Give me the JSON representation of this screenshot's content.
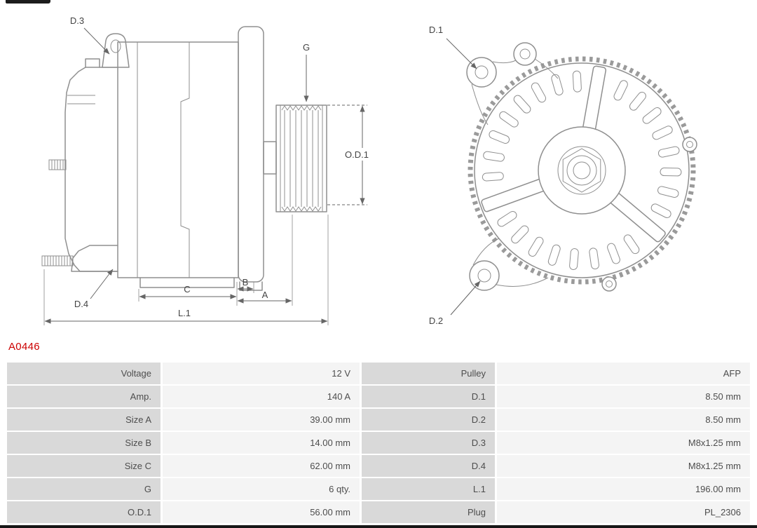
{
  "part_number": "A0446",
  "diagram": {
    "labels": {
      "d1": "D.1",
      "d2": "D.2",
      "d3": "D.3",
      "d4": "D.4",
      "g": "G",
      "od1": "O.D.1",
      "a": "A",
      "b": "B",
      "c": "C",
      "l1": "L.1"
    }
  },
  "specs": {
    "rows": [
      {
        "l1": "Voltage",
        "v1": "12 V",
        "l2": "Pulley",
        "v2": "AFP"
      },
      {
        "l1": "Amp.",
        "v1": "140 A",
        "l2": "D.1",
        "v2": "8.50 mm"
      },
      {
        "l1": "Size A",
        "v1": "39.00 mm",
        "l2": "D.2",
        "v2": "8.50 mm"
      },
      {
        "l1": "Size B",
        "v1": "14.00 mm",
        "l2": "D.3",
        "v2": "M8x1.25 mm"
      },
      {
        "l1": "Size C",
        "v1": "62.00 mm",
        "l2": "D.4",
        "v2": "M8x1.25 mm"
      },
      {
        "l1": "G",
        "v1": "6 qty.",
        "l2": "L.1",
        "v2": "196.00 mm"
      },
      {
        "l1": "O.D.1",
        "v1": "56.00 mm",
        "l2": "Plug",
        "v2": "PL_2306"
      }
    ]
  },
  "colors": {
    "accent_red": "#cc0000",
    "label_bg": "#d9d9d9",
    "value_bg": "#f4f4f4",
    "drawing_stroke": "#8f8f8f"
  }
}
